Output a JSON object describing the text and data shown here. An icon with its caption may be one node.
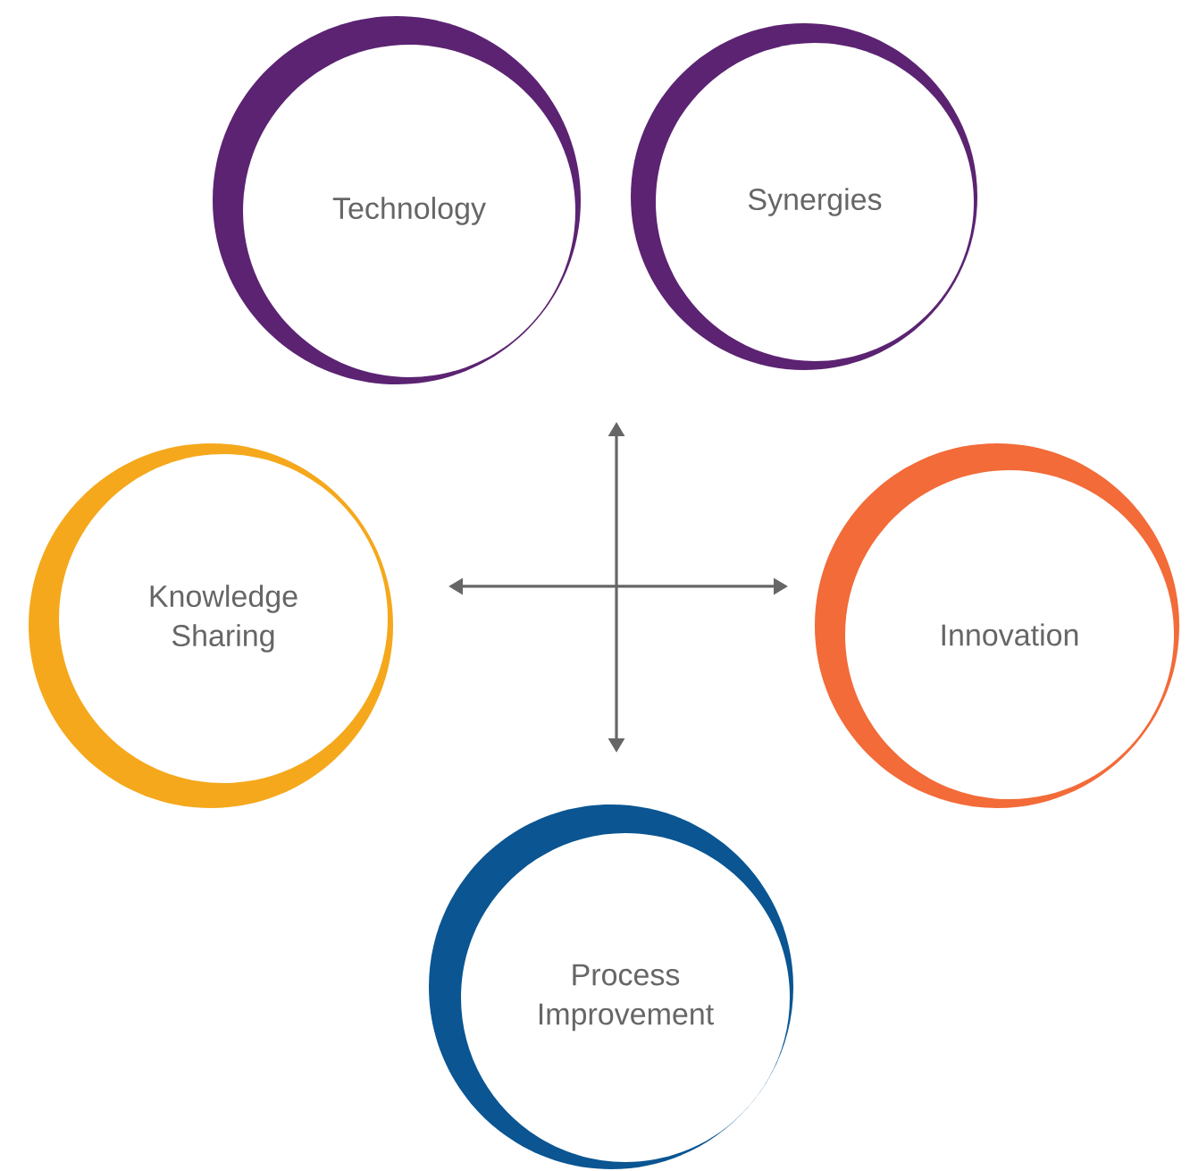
{
  "diagram": {
    "nodes": [
      {
        "text": [
          "Technology"
        ]
      },
      {
        "text": [
          "Synergies"
        ]
      },
      {
        "text": [
          "Knowledge Sharing"
        ]
      },
      {
        "text": [
          "Innovation"
        ]
      },
      {
        "text": [
          "Process Improvement"
        ]
      }
    ]
  }
}
